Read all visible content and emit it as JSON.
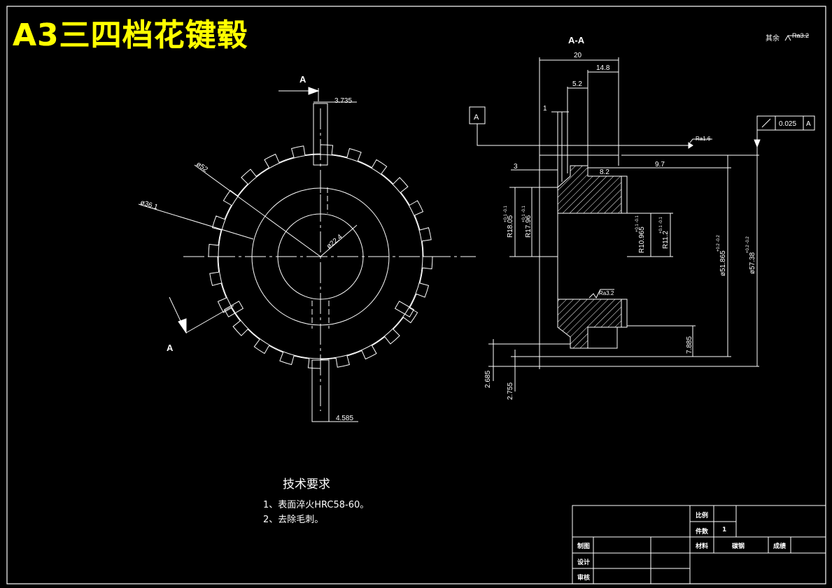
{
  "title": "A3三四档花键毂",
  "section_label": "A-A",
  "cut_label_top": "A",
  "cut_label_bottom": "A",
  "surface_note": {
    "prefix": "其余",
    "value": "Ra3.2"
  },
  "datum": "A",
  "tolerance": {
    "value": "0.025",
    "ref": "A"
  },
  "roughness": {
    "top": "Ra1.6",
    "mid": "Ra3.2"
  },
  "front_view_dims": {
    "slot_top": "3.735",
    "slot_bottom": "4.585",
    "d52": "ø52",
    "d36": "ø36.1",
    "d22": "ø22.4"
  },
  "section_dims": {
    "w20": "20",
    "w14_8": "14.8",
    "w5_2": "5.2",
    "w1": "1",
    "w3": "3",
    "w8_2": "8.2",
    "w9_7": "9.7",
    "r18": "R18.05",
    "r18_tol": "+0.1 -0.1",
    "r17": "R17.96",
    "r17_tol": "+0.1 -0.1",
    "r10": "R10.965",
    "r10_tol": "+0.1 -0.1",
    "r11": "R11.2",
    "r11_tol": "+0.1 -0.1",
    "d51": "ø51.865",
    "d51_tol": "+0.2 -0.2",
    "d57": "ø57.38",
    "d57_tol": "+0.2 -0.2",
    "h7_885": "7.885",
    "h2_685": "2.685",
    "h2_755": "2.755"
  },
  "tech_requirements": {
    "title": "技术要求",
    "items": [
      "1、表面淬火HRC58-60。",
      "2、去除毛刺。"
    ]
  },
  "title_block": {
    "scale_label": "比例",
    "qty_label": "件数",
    "qty_value": "1",
    "drawn_label": "制图",
    "material_label": "材料",
    "material_value": "碳钢",
    "grade_label": "成绩",
    "design_label": "设计",
    "review_label": "审核"
  }
}
